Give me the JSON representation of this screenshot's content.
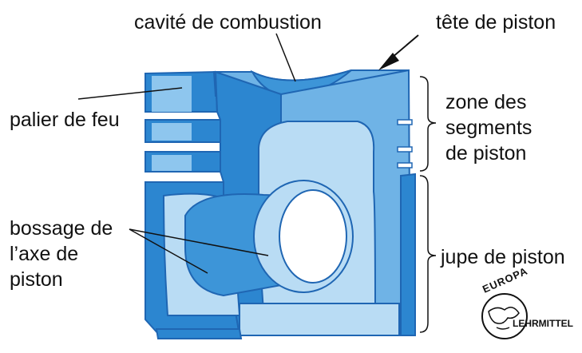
{
  "labels": {
    "combustion_cavity": "cavité de combustion",
    "piston_head": "tête de piston",
    "top_land": "palier de feu",
    "ring_zone": "zone des\nsegments\nde piston",
    "pin_boss": "bossage de\nl’axe de\npiston",
    "skirt": "jupe de piston"
  },
  "publisher": {
    "logo_word_top": "EUROPA",
    "logo_word_bottom": "LEHRMITTEL"
  },
  "colors": {
    "outline": "#1f66b3",
    "dark_blue": "#2c86d0",
    "mid_blue": "#6fb3e6",
    "light_blue": "#b9dcf4",
    "pale_blue": "#d8ecfa"
  }
}
